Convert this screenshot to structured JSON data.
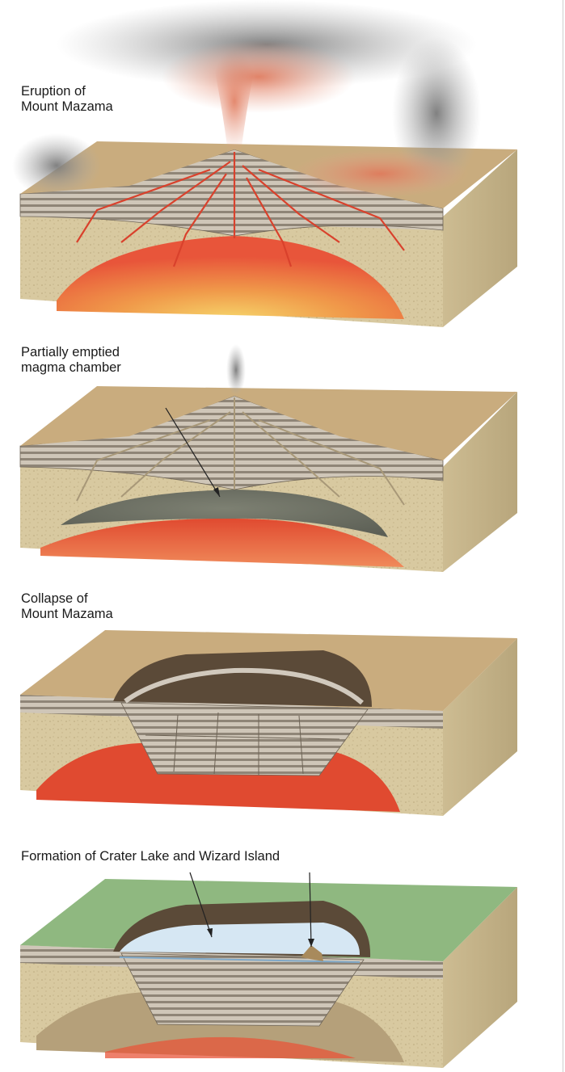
{
  "stages": [
    {
      "caption_line1": "Eruption of",
      "caption_line2": "Mount Mazama"
    },
    {
      "caption_line1": "Partially emptied",
      "caption_line2": "magma chamber"
    },
    {
      "caption_line1": "Collapse of",
      "caption_line2": "Mount Mazama"
    },
    {
      "caption_line1": "Formation of Crater Lake and Wizard Island",
      "caption_line2": ""
    }
  ],
  "colors": {
    "terrain": "#c9ac7e",
    "terrain_dark": "#a88a5c",
    "strata_light": "#cfc6b8",
    "strata_dark": "#8f8577",
    "bedrock": "#d8c9a0",
    "magma": "#e8553a",
    "magma_glow": "#f6c35a",
    "empty_chamber": "#6f7266",
    "lake": "#d6e7f3",
    "vegetation": "#8fb880",
    "ash": "#8c8c8c",
    "leader_line": "#222222"
  }
}
